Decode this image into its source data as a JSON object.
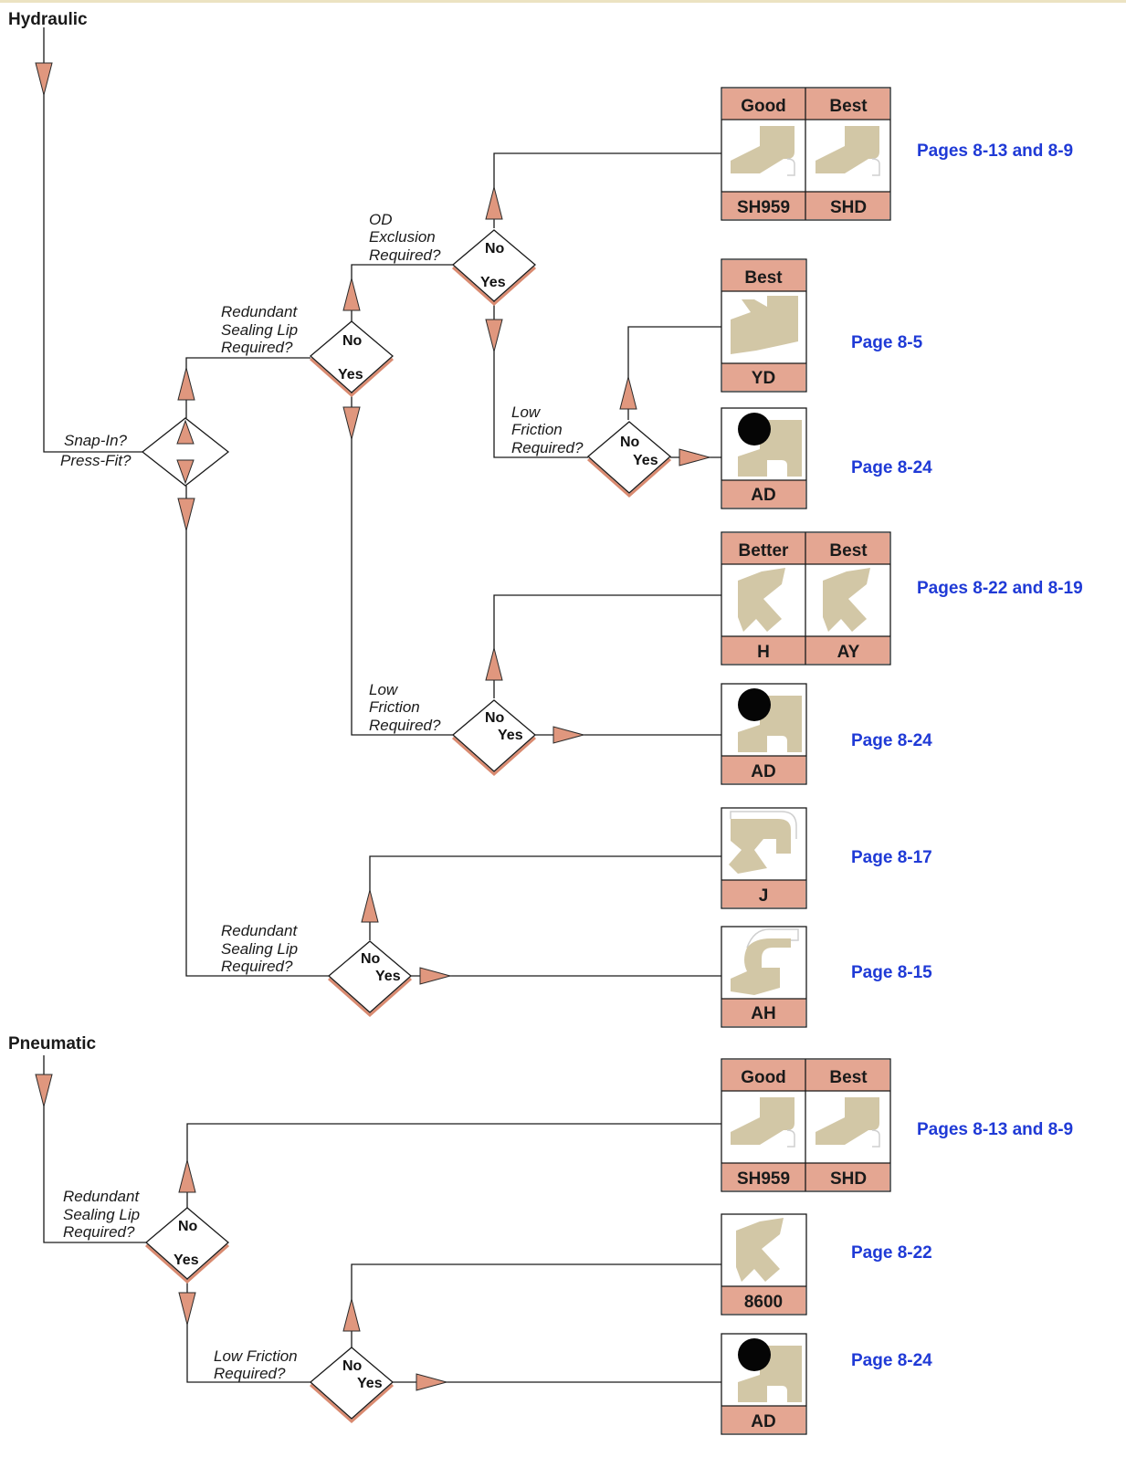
{
  "colors": {
    "accent": "#e4a692",
    "arrow": "#d98a70",
    "seal": "#d2c7a6",
    "link": "#1f3ad6"
  },
  "sections": {
    "hydraulic": "Hydraulic",
    "pneumatic": "Pneumatic"
  },
  "questions": {
    "snap_in": "Snap-In?",
    "press_fit": "Press-Fit?",
    "redundant": [
      "Redundant",
      "Sealing Lip",
      "Required?"
    ],
    "od_exclusion": [
      "OD",
      "Exclusion",
      "Required?"
    ],
    "low_friction": [
      "Low",
      "Friction",
      "Required?"
    ],
    "low_friction_inline": [
      "Low Friction",
      "Required?"
    ]
  },
  "answers": {
    "no": "No",
    "yes": "Yes"
  },
  "grades": {
    "good": "Good",
    "better": "Better",
    "best": "Best"
  },
  "products": {
    "sh959": "SH959",
    "shd": "SHD",
    "yd": "YD",
    "ad": "AD",
    "h": "H",
    "ay": "AY",
    "j": "J",
    "ah": "AH",
    "p8600": "8600"
  },
  "page_refs": {
    "r1": "Pages 8-13 and 8-9",
    "r2": "Page 8-5",
    "r3": "Page 8-24",
    "r4": "Pages 8-22 and 8-19",
    "r5": "Page 8-24",
    "r6": "Page 8-17",
    "r7": "Page 8-15",
    "r8": "Pages 8-13 and 8-9",
    "r9": "Page 8-22",
    "r10": "Page 8-24"
  }
}
